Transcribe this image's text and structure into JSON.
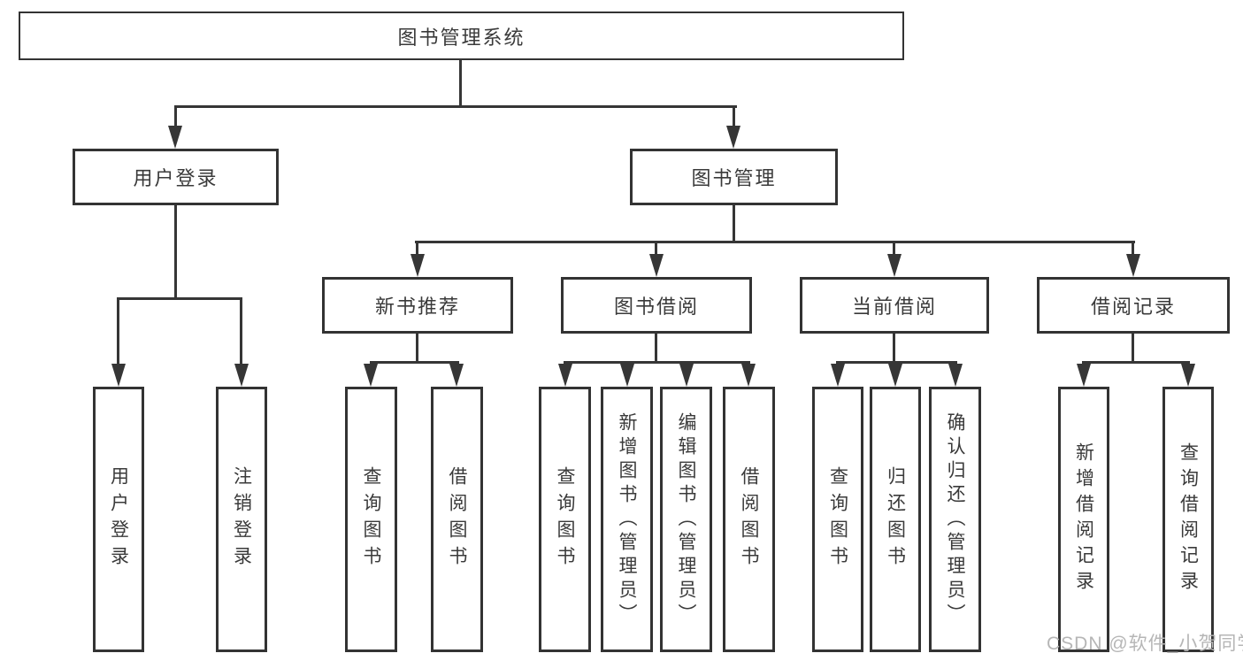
{
  "title": "图书管理系统",
  "watermark": "CSDN @软件_小贺同学",
  "level2": {
    "user_login": "用户登录",
    "book_mgmt": "图书管理"
  },
  "level3": {
    "new_books": "新书推荐",
    "borrow": "图书借阅",
    "current": "当前借阅",
    "records": "借阅记录"
  },
  "leaves": {
    "user_login": [
      "用户登录",
      "注销登录"
    ],
    "new_books": [
      "查询图书",
      "借阅图书"
    ],
    "borrow": [
      "查询图书",
      "新增图书（管理员）",
      "编辑图书（管理员）",
      "借阅图书"
    ],
    "current": [
      "查询图书",
      "归还图书",
      "确认归还（管理员）"
    ],
    "records": [
      "新增借阅记录",
      "查询借阅记录"
    ]
  },
  "colors": {
    "line": "#363636",
    "box_border": "#333333",
    "text": "#3a3a3a",
    "watermark": "#b6b6b6",
    "background": "#ffffff"
  }
}
